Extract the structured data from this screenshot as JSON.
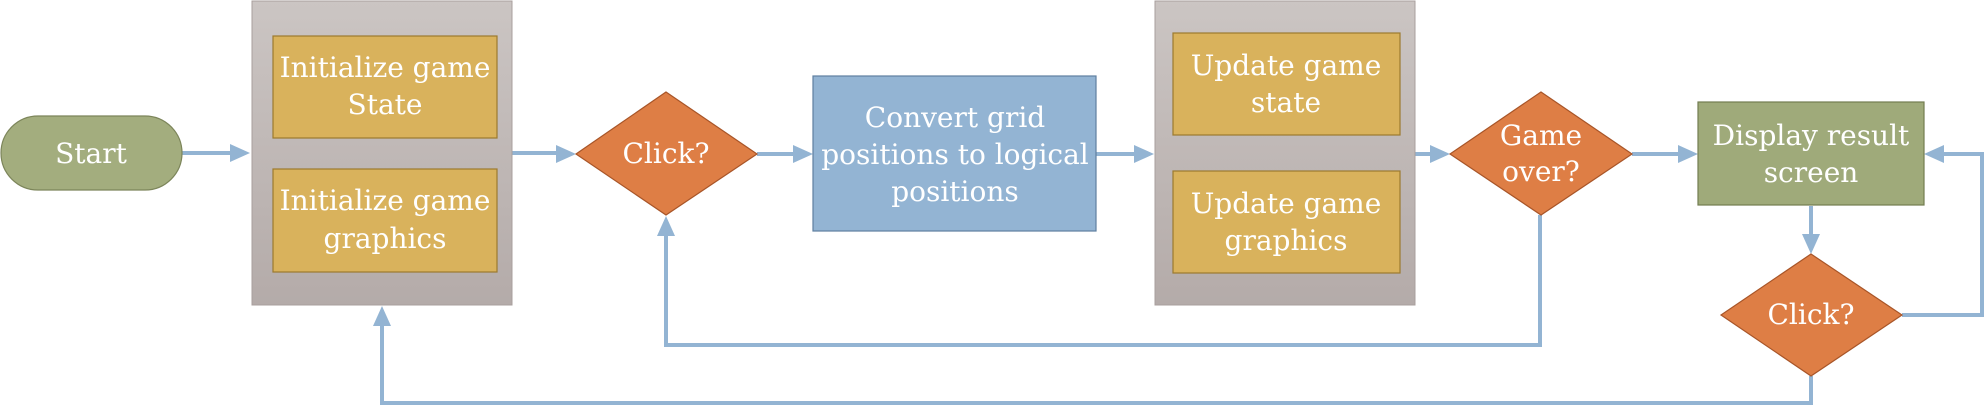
{
  "colors": {
    "terminal": "#a3ad7e",
    "group": "#c1b8b6",
    "process": "#d9b25c",
    "decision": "#de7e45",
    "convert": "#93b4d3",
    "result": "#9faa7a",
    "edge": "#93b4d3"
  },
  "nodes": {
    "start": {
      "lines": [
        "Start"
      ]
    },
    "init_state": {
      "lines": [
        "Initialize game",
        "State"
      ]
    },
    "init_graphics": {
      "lines": [
        "Initialize game",
        "graphics"
      ]
    },
    "click_1": {
      "lines": [
        "Click?"
      ]
    },
    "convert": {
      "lines": [
        "Convert grid",
        "positions to logical",
        "positions"
      ]
    },
    "update_state": {
      "lines": [
        "Update game",
        "state"
      ]
    },
    "update_graphics": {
      "lines": [
        "Update game",
        "graphics"
      ]
    },
    "game_over": {
      "lines": [
        "Game",
        "over?"
      ]
    },
    "result": {
      "lines": [
        "Display result",
        "screen"
      ]
    },
    "click_2": {
      "lines": [
        "Click?"
      ]
    }
  }
}
